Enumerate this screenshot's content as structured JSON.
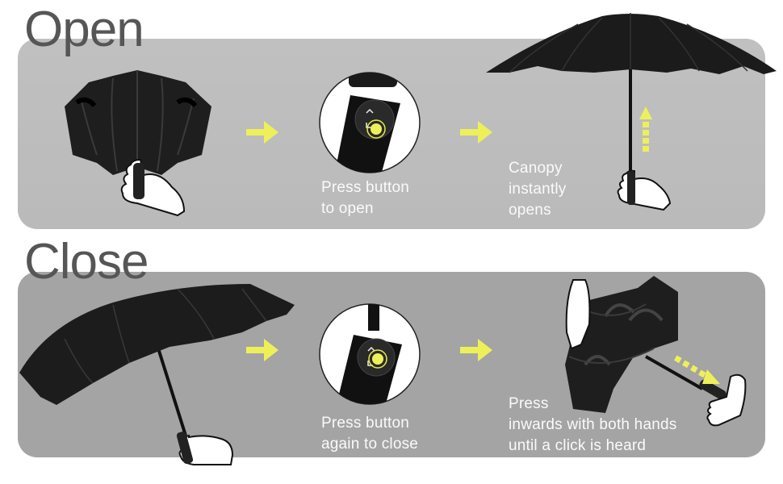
{
  "colors": {
    "open_panel_bg": "#bdbdbd",
    "close_panel_bg": "#a4a4a4",
    "title_text": "#565656",
    "caption_text": "#fafafa",
    "accent_yellow": "#eef05a"
  },
  "open": {
    "title": "Open",
    "steps": [
      {
        "illustration": "folded-umbrella-in-hand",
        "caption_lines": []
      },
      {
        "illustration": "handle-button-closeup",
        "caption_lines": [
          "Press button",
          "to open"
        ]
      },
      {
        "illustration": "open-umbrella-upward-arrow",
        "caption_lines": [
          "Canopy",
          "instantly",
          "opens"
        ]
      }
    ],
    "arrows": [
      "right-arrow-icon",
      "right-arrow-icon"
    ]
  },
  "close": {
    "title": "Close",
    "steps": [
      {
        "illustration": "open-umbrella-in-hand",
        "caption_lines": []
      },
      {
        "illustration": "handle-button-closeup",
        "caption_lines": [
          "Press button",
          "again to close"
        ]
      },
      {
        "illustration": "fold-umbrella-with-both-hands",
        "caption_lines": [
          "Press",
          "inwards with both hands",
          "until a click is heard"
        ]
      }
    ],
    "arrows": [
      "right-arrow-icon",
      "right-arrow-icon"
    ]
  }
}
